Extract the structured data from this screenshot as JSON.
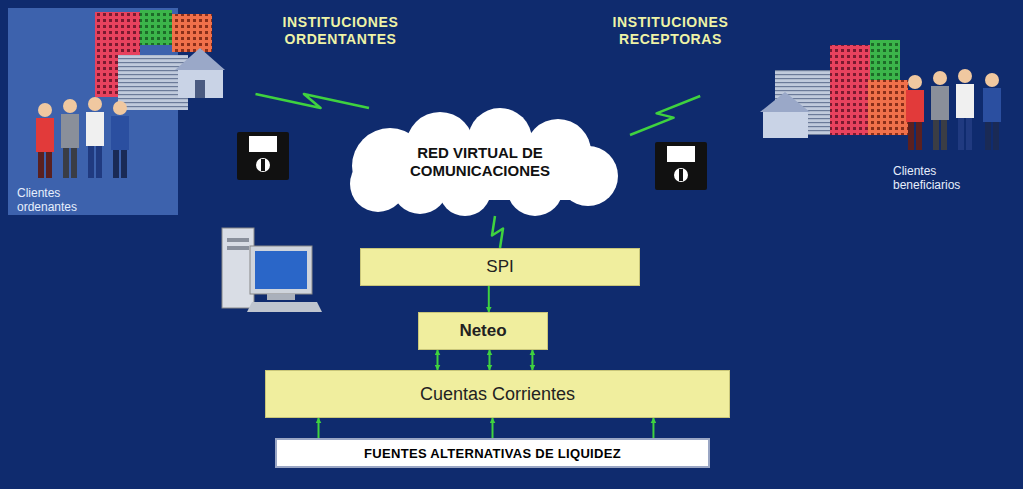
{
  "diagram": {
    "nodes": [
      {
        "text": [
          "INSTITUCIONES ORDENTANTES"
        ]
      },
      {
        "text": [
          "Clientes ordenantes"
        ]
      },
      {
        "text": [
          "RED VIRTUAL DE COMUNICACIONES"
        ]
      },
      {
        "text": [
          "INSTITUCIONES RECEPTORAS"
        ]
      },
      {
        "text": [
          "Clientes beneficiarios"
        ]
      },
      {
        "text": [
          "SPI"
        ]
      },
      {
        "text": [
          "Neteo"
        ]
      },
      {
        "text": [
          "Cuentas Corrientes"
        ]
      },
      {
        "text": [
          "FUENTES ALTERNATIVAS DE LIQUIDEZ"
        ]
      }
    ],
    "edges": [
      {
        "from": 0,
        "to": 2,
        "arrow": "none"
      },
      {
        "from": 2,
        "to": 3,
        "arrow": "none"
      },
      {
        "from": 2,
        "to": 5,
        "arrow": "none"
      },
      {
        "from": 5,
        "to": 6,
        "arrow": "to"
      },
      {
        "from": 6,
        "to": 7,
        "arrow": "both"
      },
      {
        "from": 6,
        "to": 7,
        "arrow": "both"
      },
      {
        "from": 6,
        "to": 7,
        "arrow": "both"
      },
      {
        "from": 8,
        "to": 7,
        "arrow": "to"
      },
      {
        "from": 8,
        "to": 7,
        "arrow": "to"
      },
      {
        "from": 8,
        "to": 7,
        "arrow": "to"
      }
    ]
  }
}
